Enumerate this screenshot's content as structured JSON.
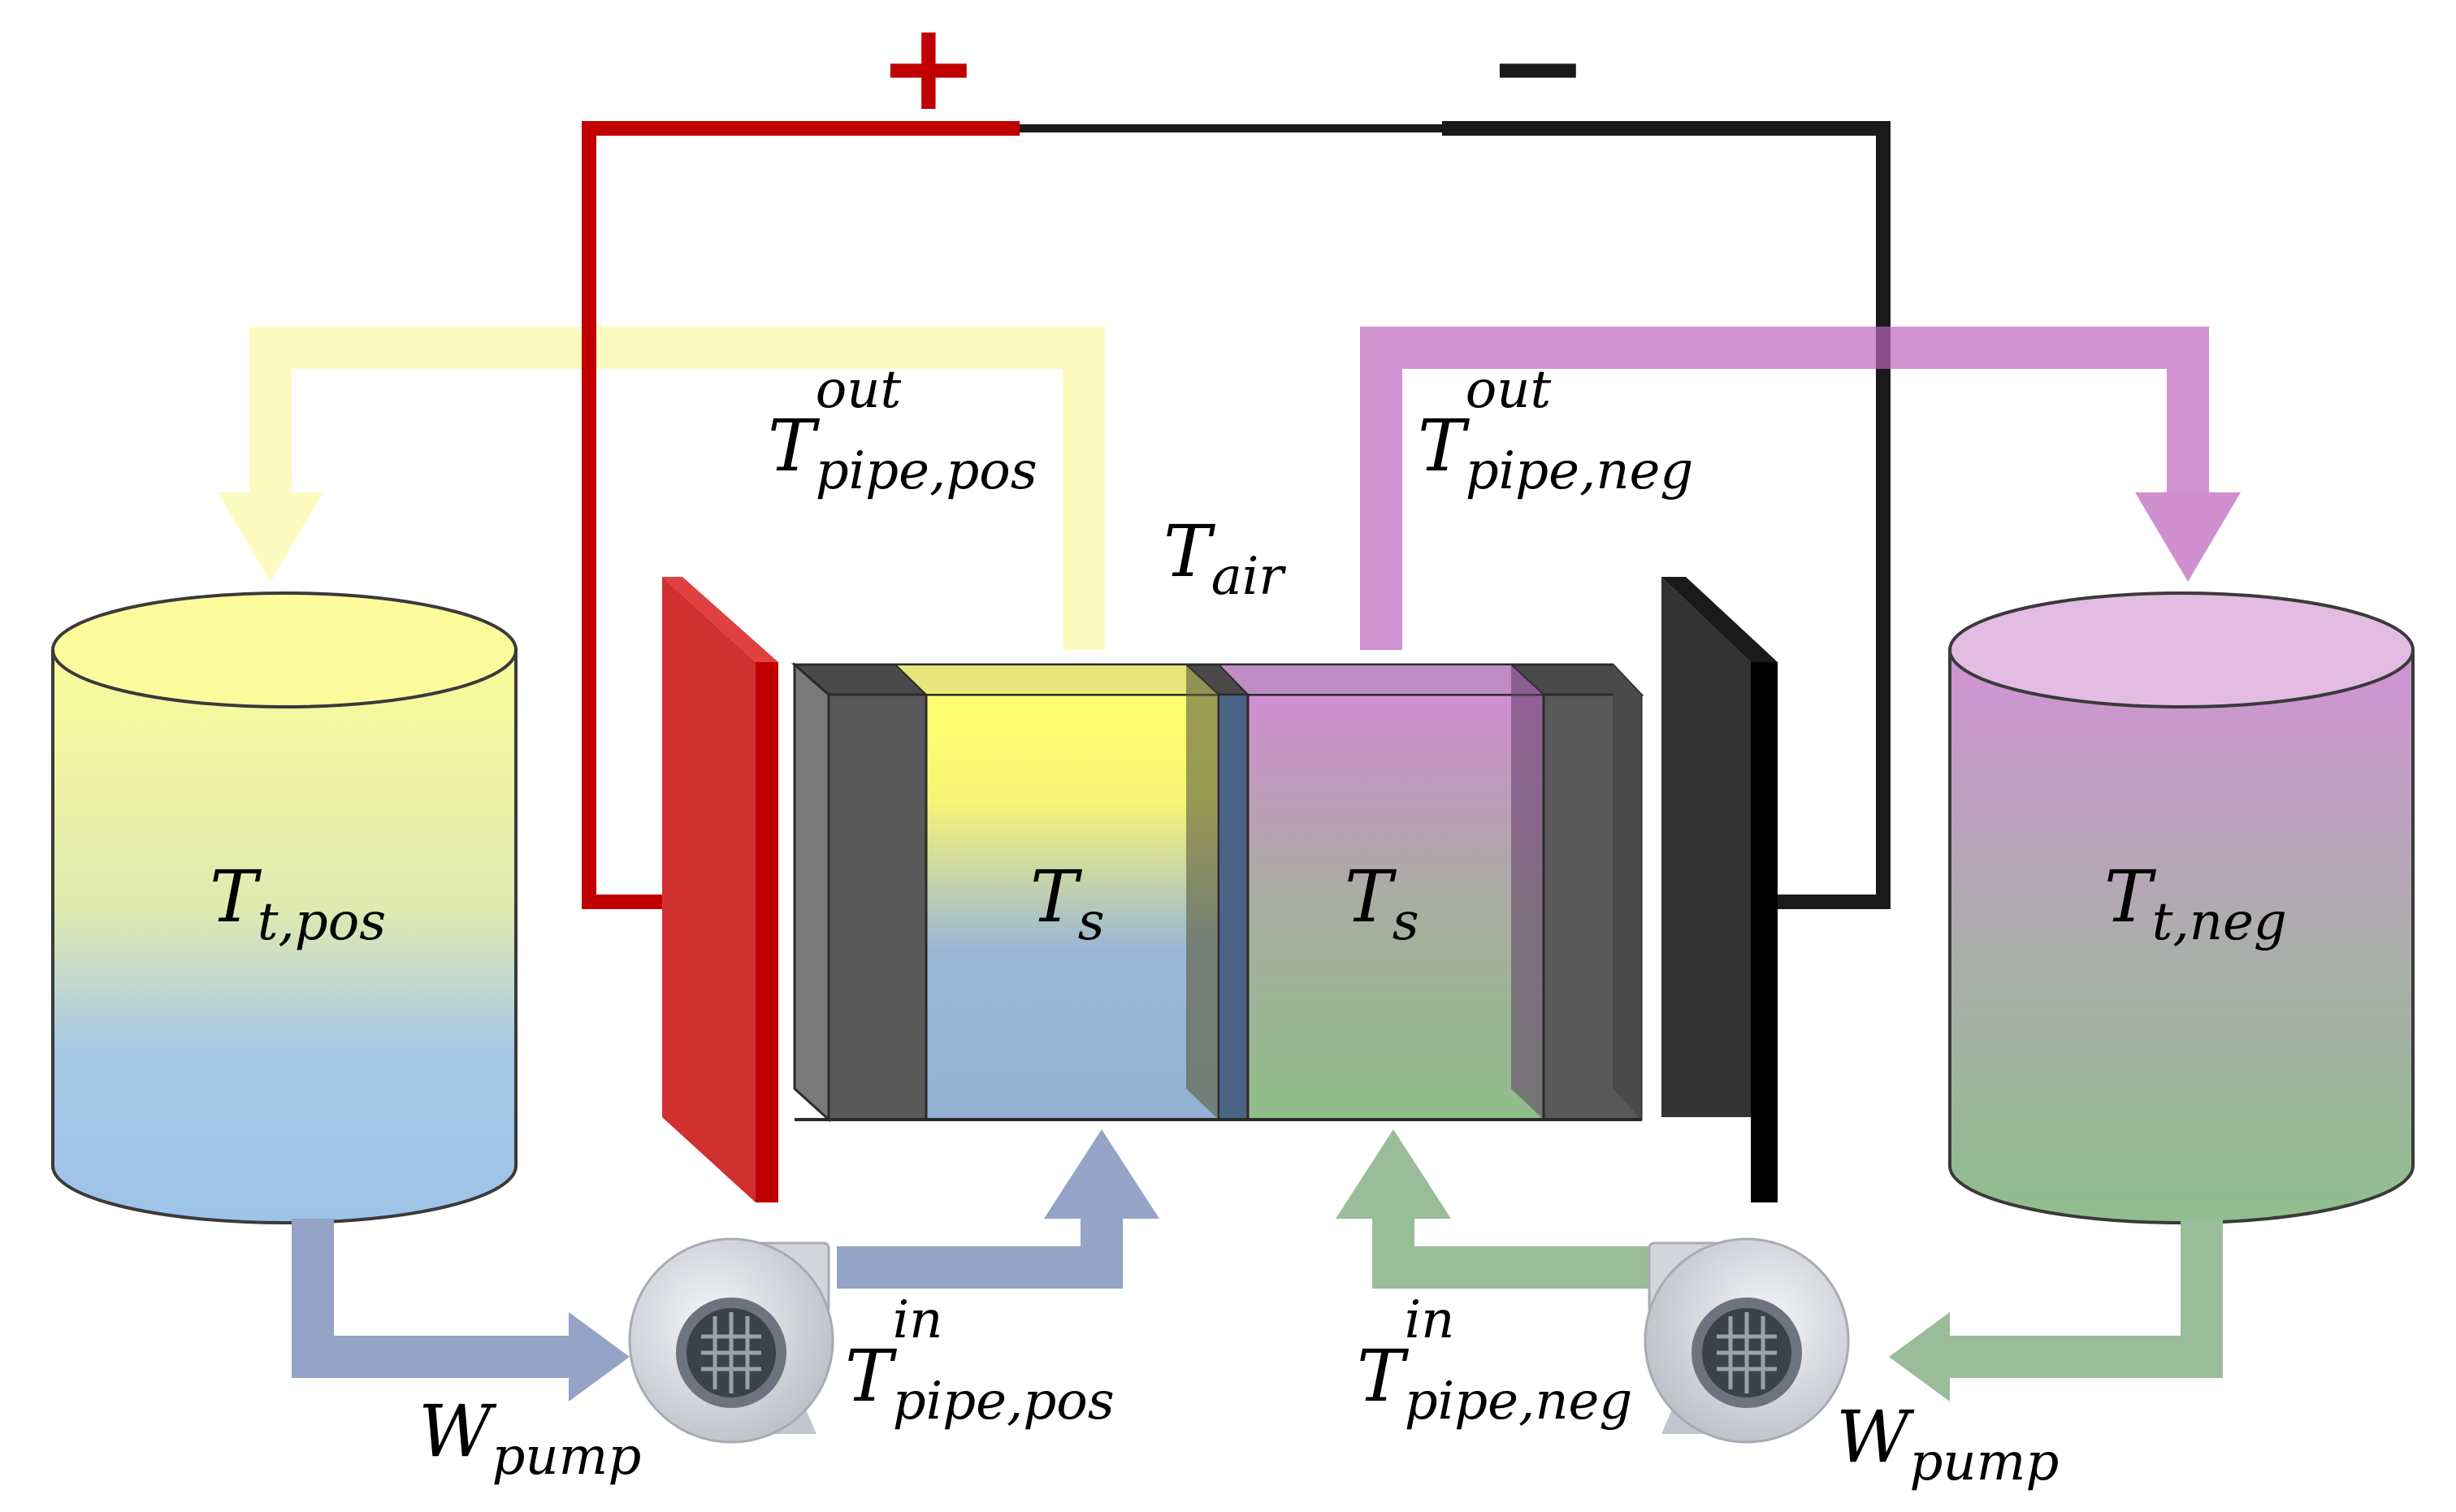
{
  "terminals": {
    "positive_sign": "+",
    "negative_sign": "−"
  },
  "labels": {
    "t_pipe_out_pos": {
      "main": "T",
      "sup": "out",
      "sub": "pipe,pos"
    },
    "t_pipe_out_neg": {
      "main": "T",
      "sup": "out",
      "sub": "pipe,neg"
    },
    "t_air": {
      "main": "T",
      "sub": "air"
    },
    "t_tank_pos": {
      "main": "T",
      "sub": "t,pos"
    },
    "t_tank_neg": {
      "main": "T",
      "sub": "t,neg"
    },
    "t_s_pos": {
      "main": "T",
      "sub": "s"
    },
    "t_s_neg": {
      "main": "T",
      "sub": "s"
    },
    "t_pipe_in_pos": {
      "main": "T",
      "sup": "in",
      "sub": "pipe,pos"
    },
    "t_pipe_in_neg": {
      "main": "T",
      "sup": "in",
      "sub": "pipe,neg"
    },
    "w_pump_left": {
      "main": "W",
      "sub": "pump"
    },
    "w_pump_right": {
      "main": "W",
      "sub": "pump"
    }
  },
  "colors": {
    "positive_wire": "#c00000",
    "negative_wire": "#1a1a1a",
    "pos_outlet_pipe": "#fdfcc0",
    "neg_outlet_pipe": "#d090d0",
    "pos_inlet_pipe": "#94a3c6",
    "neg_inlet_pipe": "#98bd98",
    "pos_electrolyte_top": "#ffff70",
    "pos_electrolyte_bottom": "#9ec4e8",
    "neg_electrolyte_top": "#d08ed0",
    "neg_electrolyte_bottom": "#8fbd88",
    "stack_frame": "#595959"
  },
  "icons": {
    "pump_left": "centrifugal-pump-icon",
    "pump_right": "centrifugal-pump-icon"
  }
}
